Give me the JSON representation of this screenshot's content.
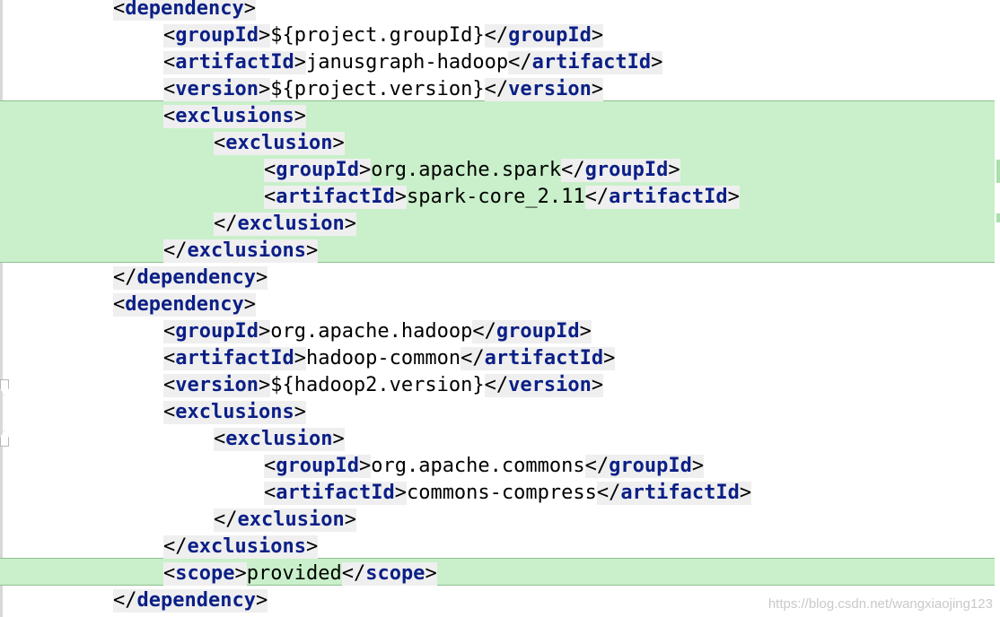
{
  "editor": {
    "lines": [
      {
        "indent": 2,
        "open": "dependency"
      },
      {
        "indent": 3,
        "open": "groupId",
        "value": "${project.groupId}",
        "close": "groupId"
      },
      {
        "indent": 3,
        "open": "artifactId",
        "value": "janusgraph-hadoop",
        "close": "artifactId"
      },
      {
        "indent": 3,
        "open": "version",
        "value": "${project.version}",
        "close": "version"
      },
      {
        "indent": 3,
        "open": "exclusions"
      },
      {
        "indent": 4,
        "open": "exclusion"
      },
      {
        "indent": 5,
        "open": "groupId",
        "value": "org.apache.spark",
        "close": "groupId"
      },
      {
        "indent": 5,
        "open": "artifactId",
        "value": "spark-core_2.11",
        "close": "artifactId"
      },
      {
        "indent": 4,
        "close": "exclusion"
      },
      {
        "indent": 3,
        "close": "exclusions"
      },
      {
        "indent": 2,
        "close": "dependency"
      },
      {
        "indent": 2,
        "open": "dependency"
      },
      {
        "indent": 3,
        "open": "groupId",
        "value": "org.apache.hadoop",
        "close": "groupId"
      },
      {
        "indent": 3,
        "open": "artifactId",
        "value": "hadoop-common",
        "close": "artifactId"
      },
      {
        "indent": 3,
        "open": "version",
        "value": "${hadoop2.version}",
        "close": "version"
      },
      {
        "indent": 3,
        "open": "exclusions"
      },
      {
        "indent": 4,
        "open": "exclusion"
      },
      {
        "indent": 5,
        "open": "groupId",
        "value": "org.apache.commons",
        "close": "groupId"
      },
      {
        "indent": 5,
        "open": "artifactId",
        "value": "commons-compress",
        "close": "artifactId"
      },
      {
        "indent": 4,
        "close": "exclusion"
      },
      {
        "indent": 3,
        "close": "exclusions"
      },
      {
        "indent": 3,
        "open": "scope",
        "value": "provided",
        "close": "scope"
      },
      {
        "indent": 2,
        "close": "dependency"
      }
    ]
  },
  "watermark": "https://blog.csdn.net/wangxiaojing123",
  "colors": {
    "tag_name": "#0b1f86",
    "tag_background": "#efefef",
    "added_highlight": "#c9f0ca"
  }
}
